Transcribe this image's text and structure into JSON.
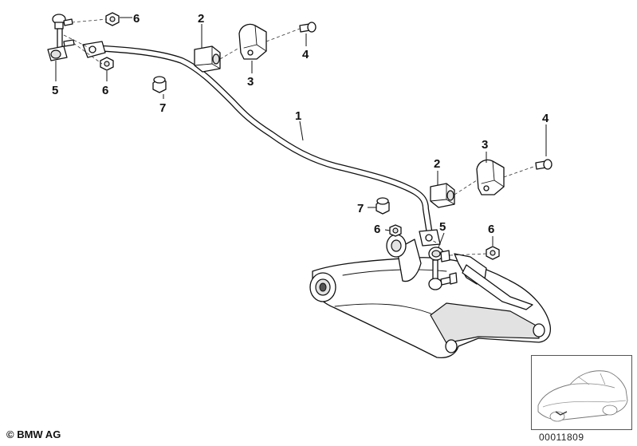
{
  "callouts": {
    "c1": "1",
    "c2_top": "2",
    "c2_right": "2",
    "c3_top": "3",
    "c3_right": "3",
    "c4_top": "4",
    "c4_right": "4",
    "c5_left": "5",
    "c5_right": "5",
    "c6_top": "6",
    "c6_left": "6",
    "c6_mid": "6",
    "c6_right": "6",
    "c7_left": "7",
    "c7_right": "7"
  },
  "footer": {
    "copyright": "© BMW AG",
    "reference": "00011809"
  }
}
